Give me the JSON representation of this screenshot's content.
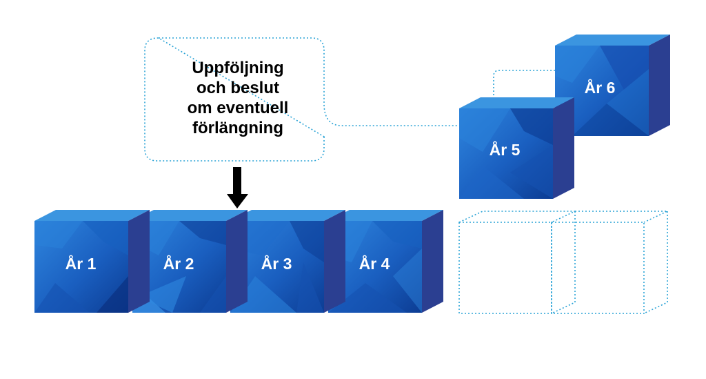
{
  "callout": {
    "lines": [
      "Uppföljning",
      "och beslut",
      "om eventuell",
      "förlängning"
    ]
  },
  "cubes": [
    {
      "label": "År 1"
    },
    {
      "label": "År 2"
    },
    {
      "label": "År 3"
    },
    {
      "label": "År 4"
    },
    {
      "label": "År 5"
    },
    {
      "label": "År 6"
    }
  ],
  "colors": {
    "front_light": "#2f86de",
    "front_mid": "#1a5fc0",
    "front_dark": "#0c3c93",
    "top": "#3b95e0",
    "side": "#2b3f91",
    "dotted": "#2aa3d6",
    "arrow": "#000000"
  }
}
